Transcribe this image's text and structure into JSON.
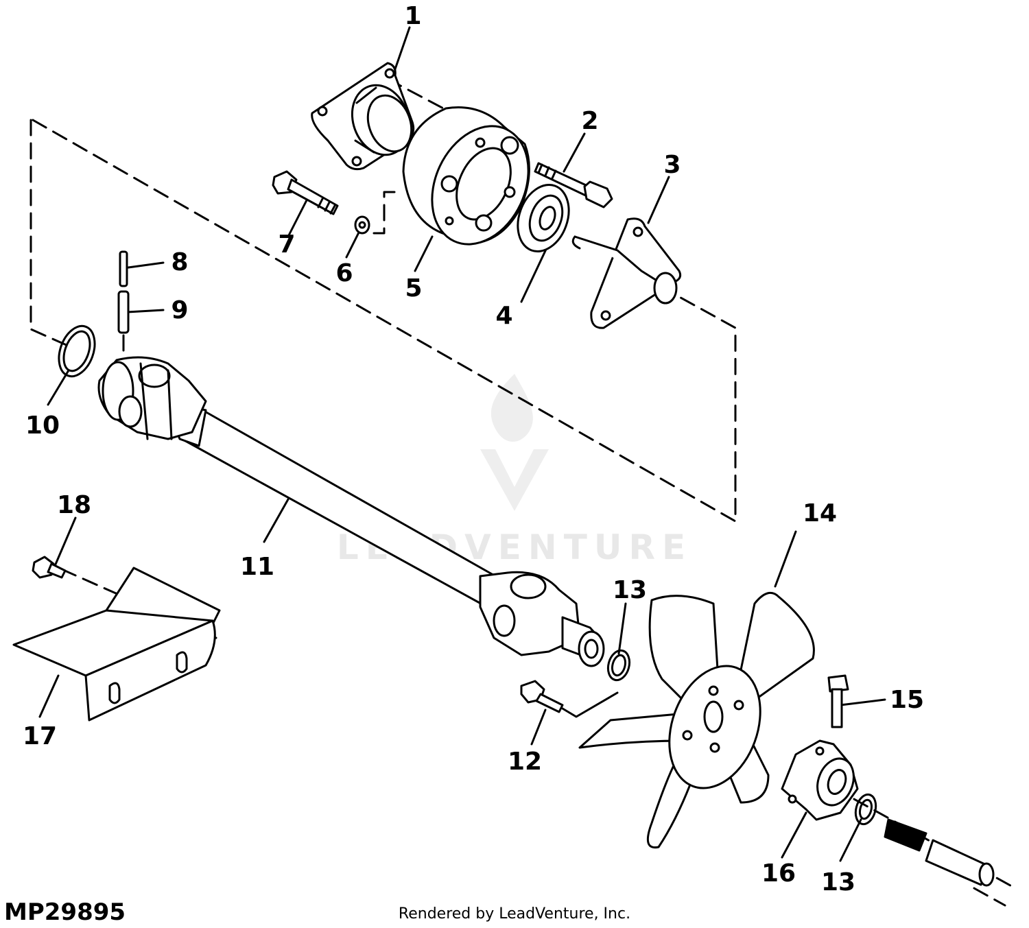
{
  "figure_id": "MP29895",
  "credit": "Rendered by LeadVenture, Inc.",
  "watermark": "LEADVENTURE",
  "callouts": {
    "c1": "1",
    "c2": "2",
    "c3": "3",
    "c4": "4",
    "c5": "5",
    "c6": "6",
    "c7": "7",
    "c8": "8",
    "c9": "9",
    "c10": "10",
    "c11": "11",
    "c12": "12",
    "c13a": "13",
    "c13b": "13",
    "c14": "14",
    "c15": "15",
    "c16": "16",
    "c17": "17",
    "c18": "18"
  }
}
